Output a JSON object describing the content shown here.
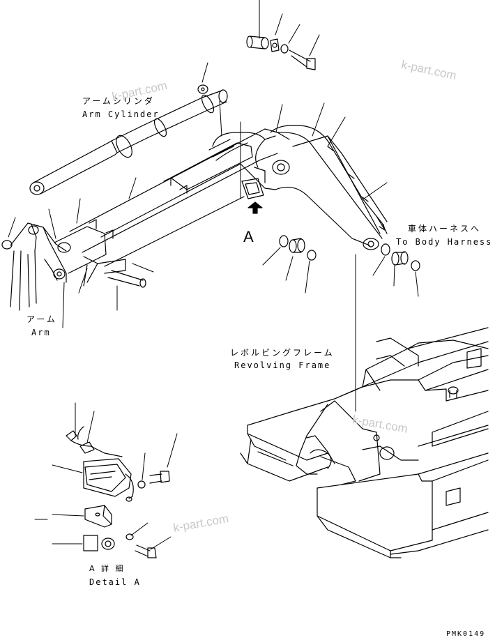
{
  "labels": {
    "arm_cylinder_jp": "アームシリンダ",
    "arm_cylinder_en": "Arm Cylinder",
    "arm_jp": "アーム",
    "arm_en": "Arm",
    "view_marker": "A",
    "body_harness_jp": "車体ハーネスへ",
    "body_harness_en": "To Body Harness",
    "revolving_frame_jp": "レボルビングフレーム",
    "revolving_frame_en": "Revolving Frame",
    "detail_jp": "A 詳 細",
    "detail_en": "Detail A",
    "drawing_code": "PMK0149"
  },
  "watermark": "k-part.com",
  "colors": {
    "ink": "#000000",
    "watermark": "#c8c8c8",
    "background": "#ffffff"
  }
}
